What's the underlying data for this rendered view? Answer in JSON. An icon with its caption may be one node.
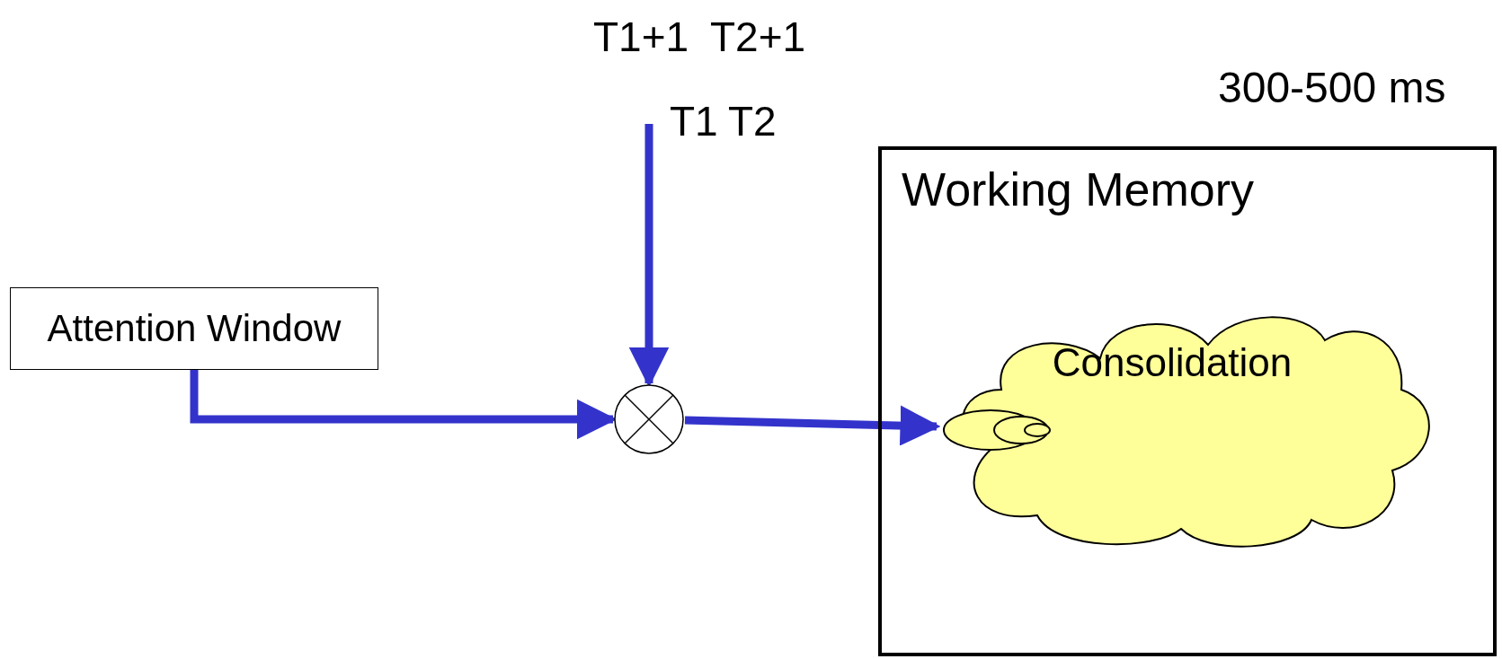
{
  "diagram": {
    "nodes": [
      {
        "text": [
          "Attention Window"
        ]
      },
      {
        "text": [],
        "shape": "circle"
      },
      {
        "text": [
          "Working Memory"
        ]
      },
      {
        "text": [
          "Consolidation"
        ],
        "in": 2
      }
    ],
    "edges": [
      {
        "from": 0,
        "to": 1,
        "arrow": "to"
      },
      {
        "from": null,
        "to": 1,
        "arrow": "to"
      },
      {
        "from": 1,
        "to": 3,
        "arrow": "to"
      }
    ],
    "labels": [
      "T1+1",
      "T2+1",
      "T1",
      "T2",
      "300-500 ms"
    ]
  }
}
